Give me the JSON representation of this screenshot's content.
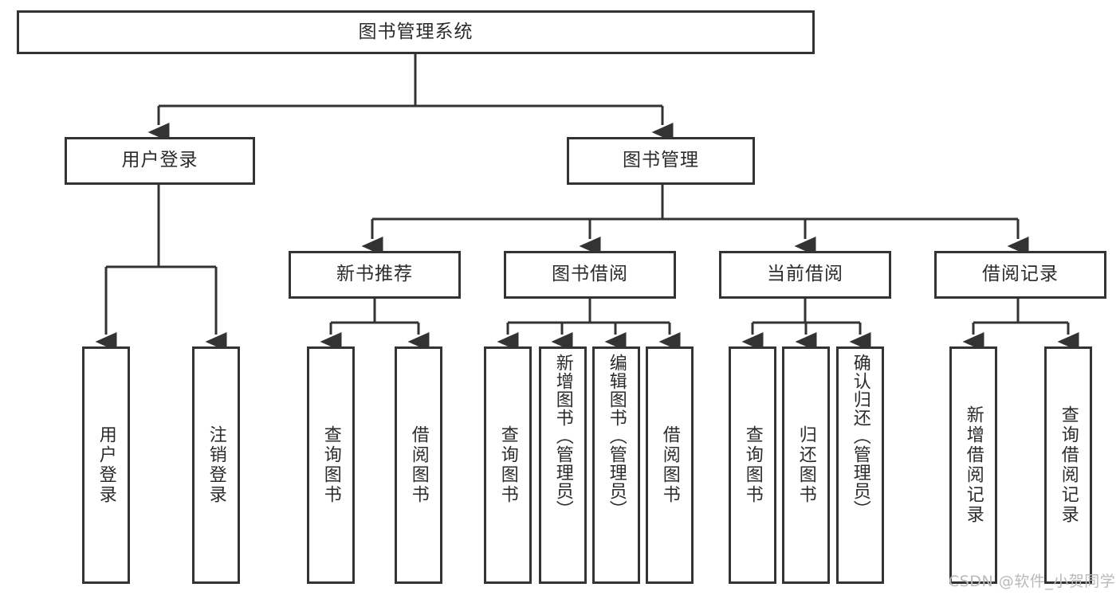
{
  "diagram": {
    "type": "tree-hierarchy",
    "title": "图书管理系统",
    "root": {
      "id": "root",
      "label": "图书管理系统"
    },
    "level2": [
      {
        "id": "user-login",
        "label": "用户登录"
      },
      {
        "id": "book-management",
        "label": "图书管理"
      }
    ],
    "level3": [
      {
        "id": "new-book-recommend",
        "label": "新书推荐",
        "parent": "book-management"
      },
      {
        "id": "book-borrow",
        "label": "图书借阅",
        "parent": "book-management"
      },
      {
        "id": "current-borrow",
        "label": "当前借阅",
        "parent": "book-management"
      },
      {
        "id": "borrow-record",
        "label": "借阅记录",
        "parent": "book-management"
      }
    ],
    "leaves": [
      {
        "id": "leaf-user-login",
        "label": "用户登录",
        "parent": "user-login"
      },
      {
        "id": "leaf-user-logout",
        "label": "注销登录",
        "parent": "user-login"
      },
      {
        "id": "leaf-query-book-1",
        "label": "查询图书",
        "parent": "new-book-recommend"
      },
      {
        "id": "leaf-borrow-book-1",
        "label": "借阅图书",
        "parent": "new-book-recommend"
      },
      {
        "id": "leaf-query-book-2",
        "label": "查询图书",
        "parent": "book-borrow"
      },
      {
        "id": "leaf-add-book",
        "label": "新增图书（管理员）",
        "parent": "book-borrow"
      },
      {
        "id": "leaf-edit-book",
        "label": "编辑图书（管理员）",
        "parent": "book-borrow"
      },
      {
        "id": "leaf-borrow-book-2",
        "label": "借阅图书",
        "parent": "book-borrow"
      },
      {
        "id": "leaf-query-book-3",
        "label": "查询图书",
        "parent": "current-borrow"
      },
      {
        "id": "leaf-return-book",
        "label": "归还图书",
        "parent": "current-borrow"
      },
      {
        "id": "leaf-confirm-return",
        "label": "确认归还（管理员）",
        "parent": "current-borrow"
      },
      {
        "id": "leaf-add-record",
        "label": "新增借阅记录",
        "parent": "borrow-record"
      },
      {
        "id": "leaf-query-record",
        "label": "查询借阅记录",
        "parent": "borrow-record"
      }
    ]
  },
  "watermark": {
    "text": "CSDN @软件_小贺同学"
  },
  "colors": {
    "border": "#333333",
    "text": "#2b2b2b",
    "background": "#ffffff",
    "watermark": "#b9b9b9"
  }
}
